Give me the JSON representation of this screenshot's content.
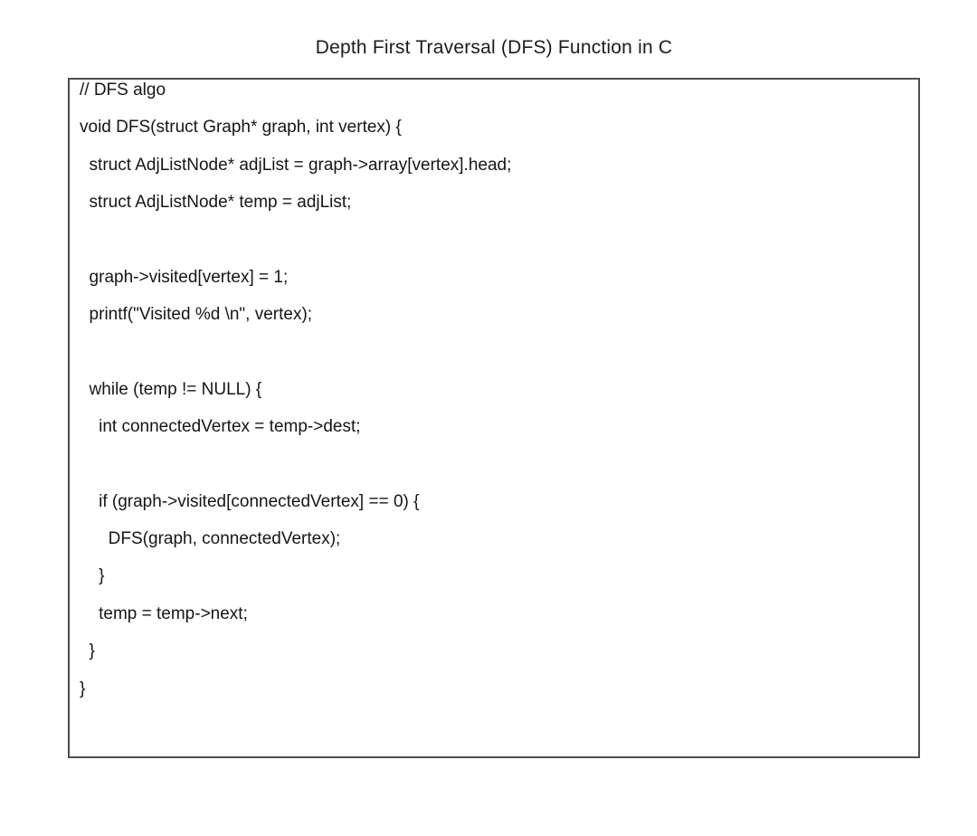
{
  "page": {
    "title": "Depth First Traversal (DFS) Function in C"
  },
  "code_box": {
    "language": "c",
    "lines": [
      "// DFS algo",
      "void DFS(struct Graph* graph, int vertex) {",
      "  struct AdjListNode* adjList = graph->array[vertex].head;",
      "  struct AdjListNode* temp = adjList;",
      "",
      "  graph->visited[vertex] = 1;",
      "  printf(\"Visited %d \\n\", vertex);",
      "",
      "  while (temp != NULL) {",
      "    int connectedVertex = temp->dest;",
      "",
      "    if (graph->visited[connectedVertex] == 0) {",
      "      DFS(graph, connectedVertex);",
      "    }",
      "    temp = temp->next;",
      "  }",
      "}"
    ]
  },
  "colors": {
    "background": "#ffffff",
    "text": "#161616",
    "title_text": "#1c1c1c",
    "box_border": "#4e4e4e"
  }
}
